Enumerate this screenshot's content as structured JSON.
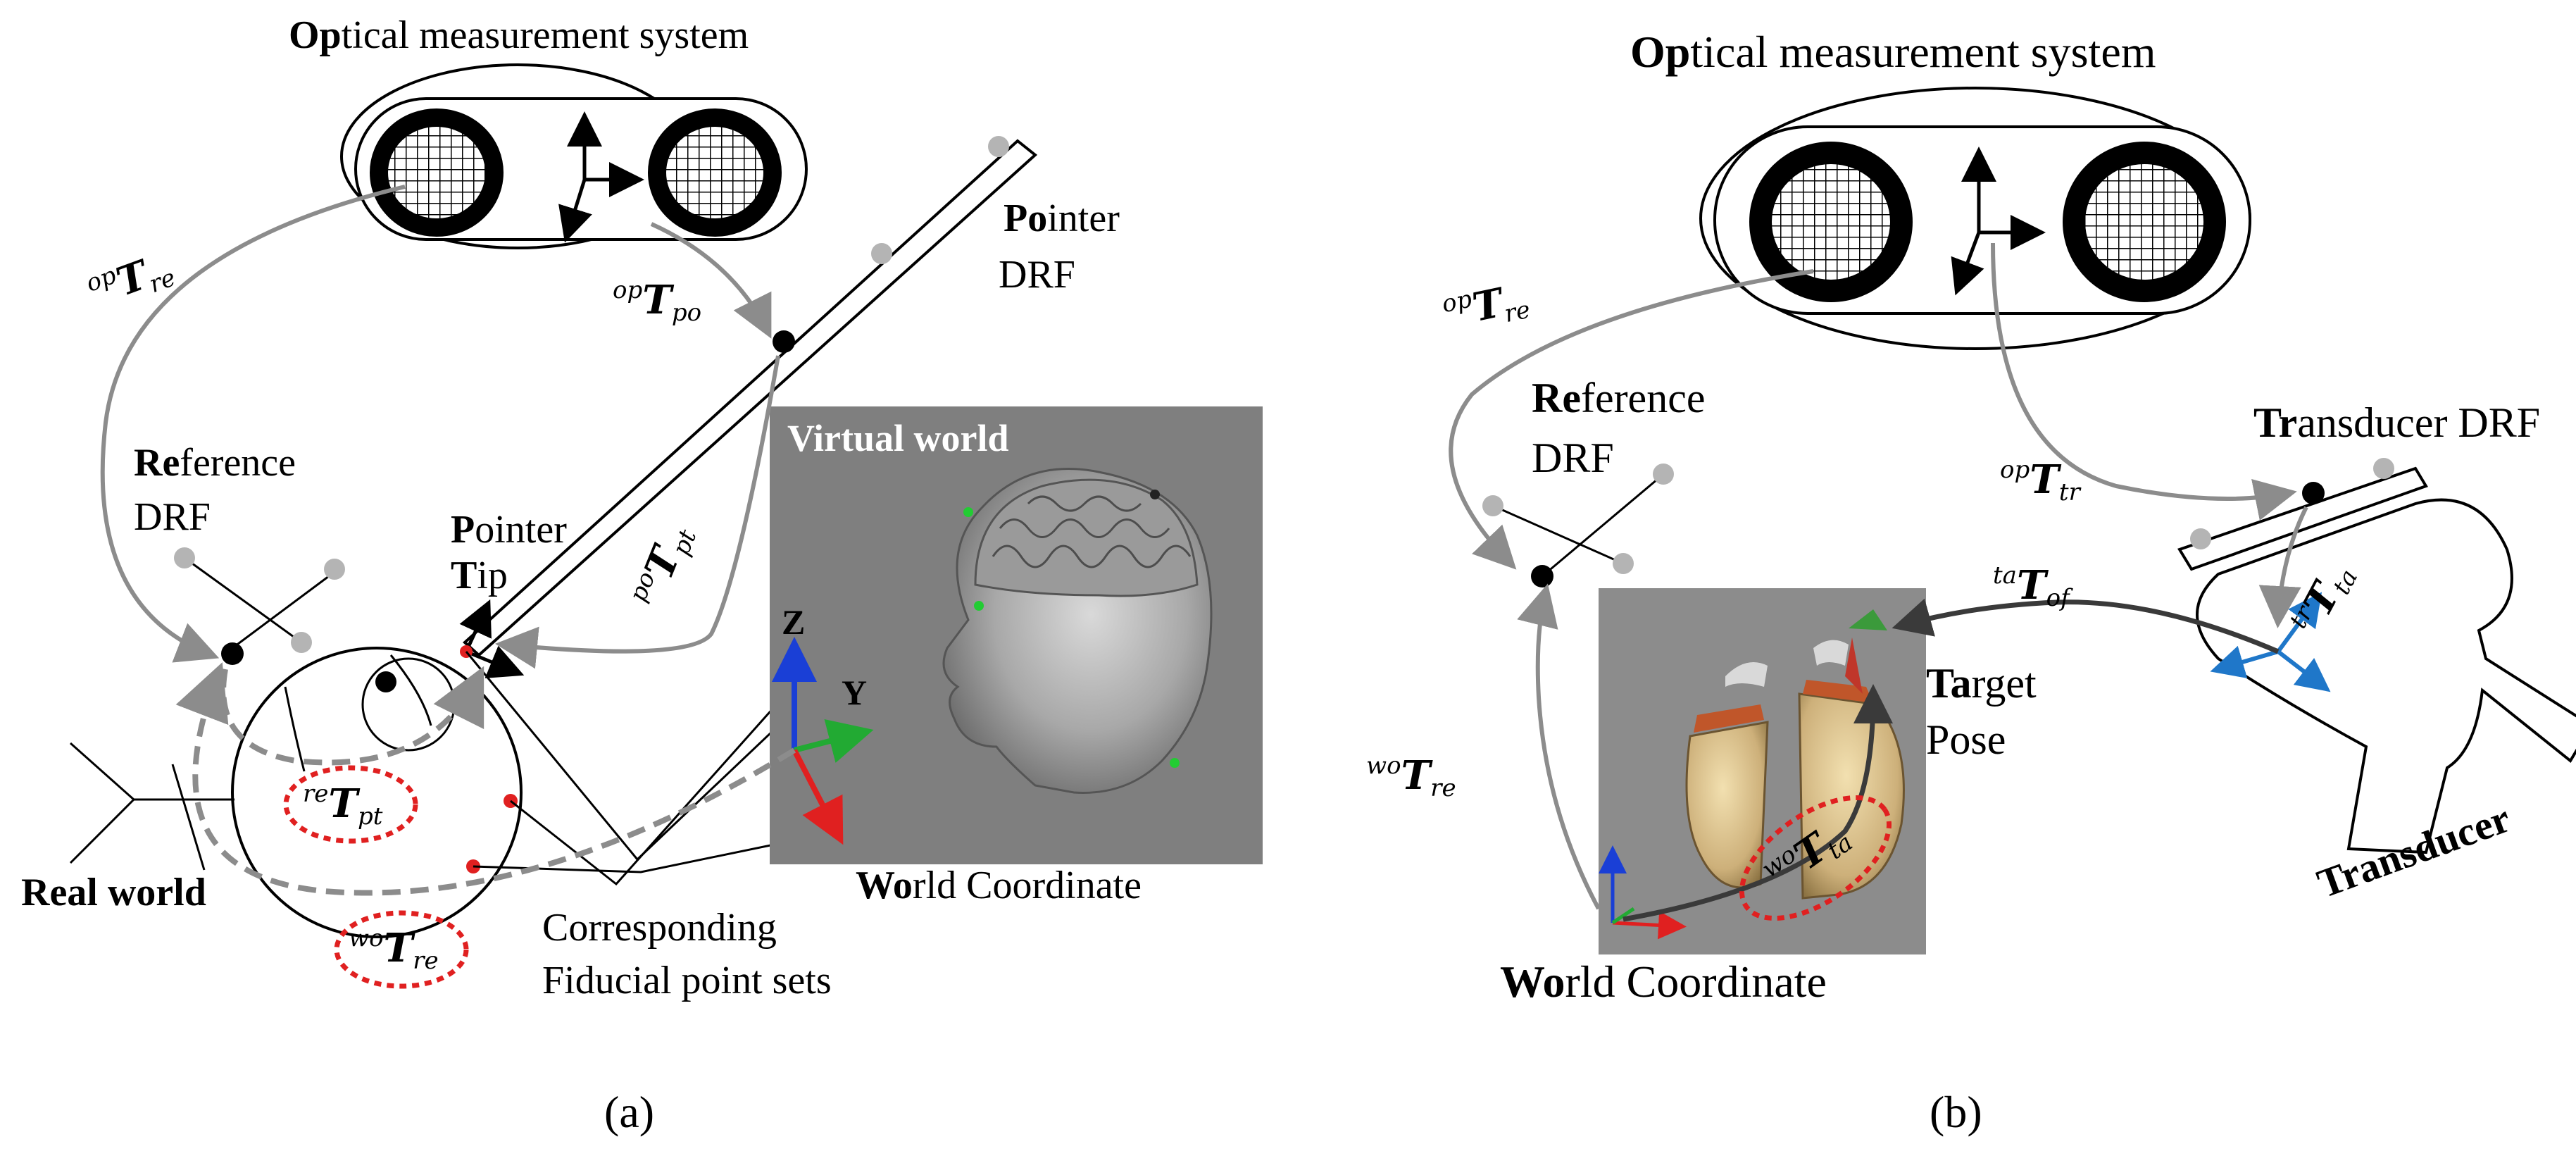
{
  "panel_a": {
    "optical_title": {
      "bold": "Op",
      "rest": "tical measurement system"
    },
    "pointer_drf": {
      "bold": "Po",
      "rest": "inter",
      "line2": "DRF"
    },
    "reference_drf": {
      "bold": "Re",
      "rest": "ference",
      "line2": "DRF"
    },
    "pointer_tip": {
      "bold1": "P",
      "rest1": "ointer",
      "bold2": "T",
      "rest2": "ip"
    },
    "virtual_world": "Virtual  world",
    "world_coordinate": {
      "bold": "Wo",
      "rest": "rld Coordinate"
    },
    "real_world": "Real world",
    "corresponding": {
      "line1": "Corresponding",
      "line2": "Fiducial point sets"
    },
    "axes": {
      "z": "Z",
      "y": "Y"
    },
    "t_op_re": {
      "sup": "op",
      "sym": "T",
      "sub": "re"
    },
    "t_op_po": {
      "sup": "op",
      "sym": "T",
      "sub": "po"
    },
    "t_po_pt": {
      "sup": "po",
      "sym": "T",
      "sub": "pt"
    },
    "t_re_pt": {
      "sup": "re",
      "sym": "T",
      "sub": "pt"
    },
    "t_wo_re": {
      "sup": "wo",
      "sym": "T",
      "sub": "re"
    },
    "letter": "(a)"
  },
  "panel_b": {
    "optical_title": {
      "bold": "Op",
      "rest": "tical measurement system"
    },
    "reference_drf": {
      "bold": "Re",
      "rest": "ference",
      "line2": "DRF"
    },
    "transducer_drf": {
      "bold": "Tr",
      "rest": "ansducer DRF"
    },
    "target_pose": {
      "bold": "Ta",
      "rest": "rget",
      "line2": "Pose"
    },
    "transducer": "Transducer",
    "world_coordinate": {
      "bold": "Wo",
      "rest": "rld Coordinate"
    },
    "t_op_re": {
      "sup": "op",
      "sym": "T",
      "sub": "re"
    },
    "t_op_tr": {
      "sup": "op",
      "sym": "T",
      "sub": "tr"
    },
    "t_tr_ta": {
      "sup": "tr",
      "sym": "T",
      "sub": "ta"
    },
    "t_ta_of": {
      "sup": "ta",
      "sym": "T",
      "sub": "of"
    },
    "t_wo_re": {
      "sup": "wo",
      "sym": "T",
      "sub": "re"
    },
    "t_wo_ta": {
      "sup": "wo",
      "sym": "T",
      "sub": "ta"
    },
    "letter": "(b)"
  }
}
